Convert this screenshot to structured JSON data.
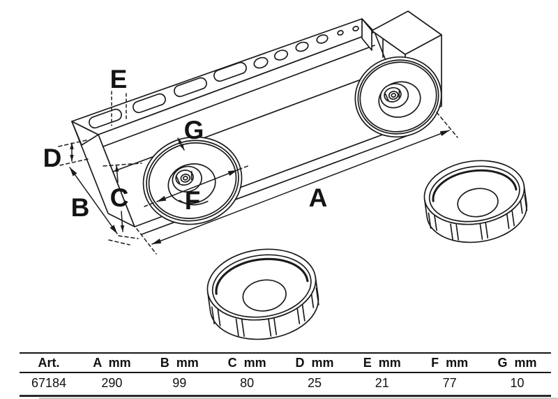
{
  "colors": {
    "background": "#ffffff",
    "line": "#1b1b1b"
  },
  "diagram": {
    "dimension_labels": {
      "a": "A",
      "b": "B",
      "c": "C",
      "d": "D",
      "e": "E",
      "f": "F",
      "g": "G"
    }
  },
  "table": {
    "headers": [
      "Art.",
      "A  mm",
      "B  mm",
      "C  mm",
      "D  mm",
      "E  mm",
      "F  mm",
      "G  mm"
    ],
    "row": [
      "67184",
      "290",
      "99",
      "80",
      "25",
      "21",
      "77",
      "10"
    ]
  }
}
